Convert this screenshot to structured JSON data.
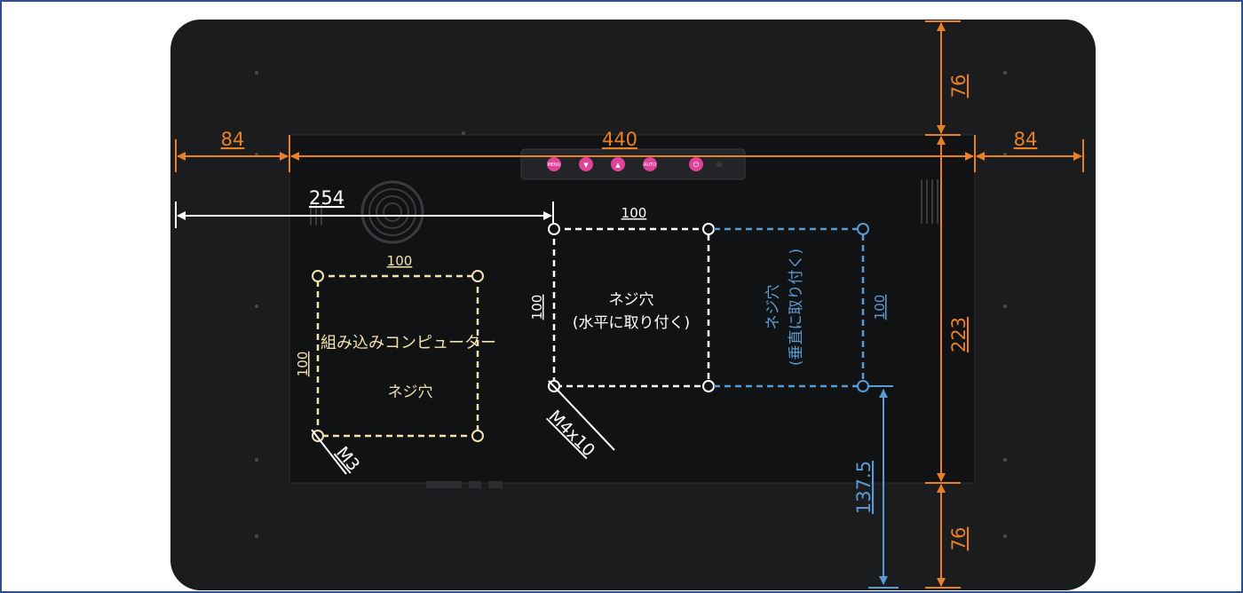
{
  "colors": {
    "monitor": "#1b1c1e",
    "panel": "#111214",
    "orange": "#e98025",
    "white": "#ffffff",
    "cream": "#f3e2ad",
    "blue": "#5b9bd5",
    "button": "#e0449a",
    "frame_border": "#2f4f8f"
  },
  "dimensions": {
    "left_margin": "84",
    "right_margin": "84",
    "panel_width": "440",
    "top_margin": "76",
    "bottom_margin": "76",
    "panel_height": "223",
    "offset_to_vesa": "254",
    "vesa_bottom_offset": "137.5"
  },
  "horizontal_mount": {
    "width": "100",
    "height": "100",
    "title": "ネジ穴",
    "subtitle": "(水平に取り付く)",
    "screw": "M4x10"
  },
  "vertical_mount": {
    "height": "100",
    "title": "ネジ穴",
    "subtitle": "(垂直に取り付く)"
  },
  "computer_mount": {
    "width": "100",
    "height": "100",
    "title": "組み込みコンピューター",
    "subtitle": "ネジ穴",
    "screw": "M3"
  },
  "buttons": {
    "menu": "MENU",
    "down": "▼",
    "up": "▲",
    "auto": "AUTO",
    "power": "⏻",
    "led_color": "#3a3a3a"
  }
}
